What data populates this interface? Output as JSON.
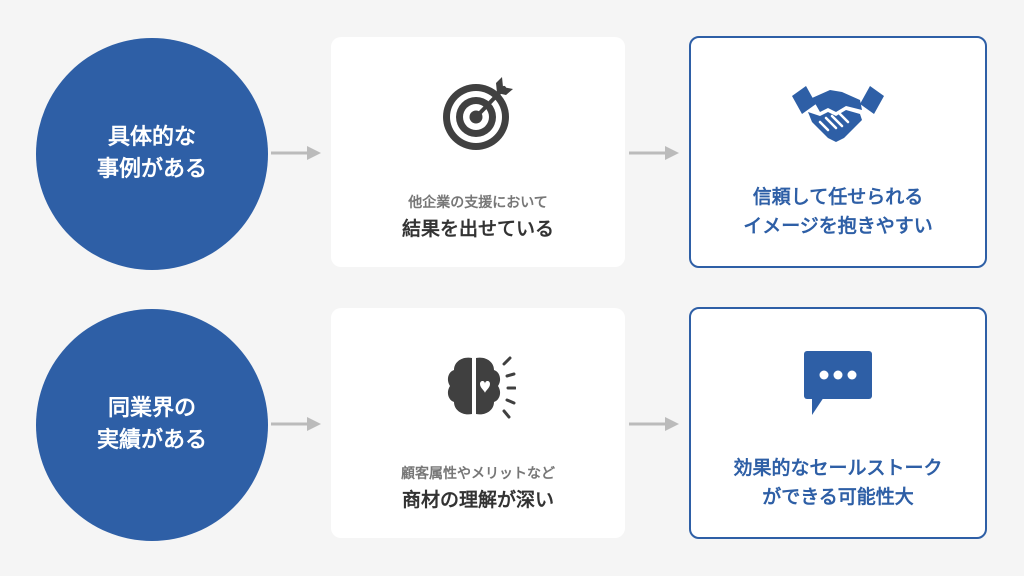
{
  "rows": [
    {
      "circle": {
        "line1": "具体的な",
        "line2": "事例がある"
      },
      "middle": {
        "icon": "target-icon",
        "small": "他企業の支援において",
        "big": "結果を出せている"
      },
      "result": {
        "icon": "handshake-icon",
        "line1": "信頼して任せられる",
        "line2": "イメージを抱きやすい"
      }
    },
    {
      "circle": {
        "line1": "同業界の",
        "line2": "実績がある"
      },
      "middle": {
        "icon": "brain-icon",
        "small": "顧客属性やメリットなど",
        "big": "商材の理解が深い"
      },
      "result": {
        "icon": "speech-bubble-icon",
        "line1": "効果的なセールストーク",
        "line2": "ができる可能性大"
      }
    }
  ],
  "colors": {
    "primary": "#2e5fa6",
    "arrow": "#bbbbbb",
    "background": "#f5f5f5"
  }
}
